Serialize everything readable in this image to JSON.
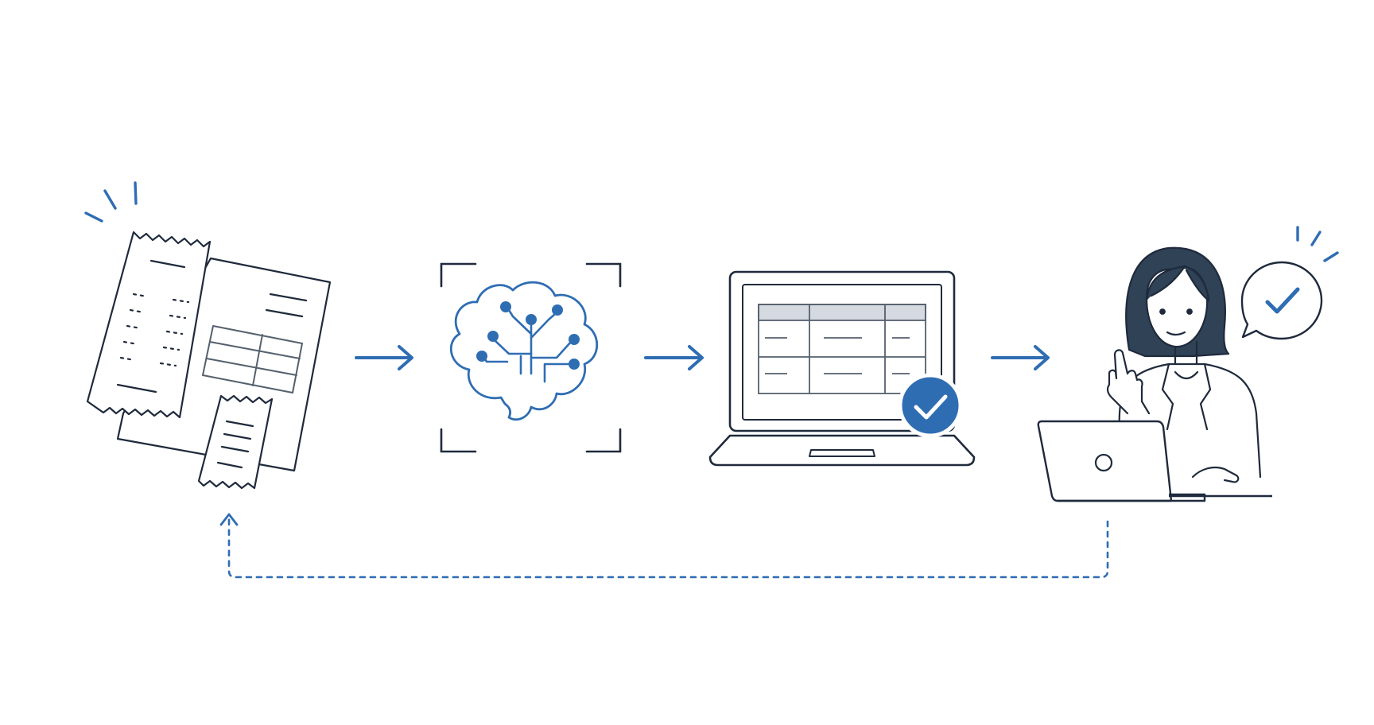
{
  "colors": {
    "background": "#ffffff",
    "ink": "#1f2a3c",
    "accent": "#2f6db3",
    "table_header": "#d5d9e0",
    "skin": "#ffffff",
    "hair": "#2f4256"
  },
  "nodes": [
    {
      "id": "documents",
      "icon": "receipts-invoice-icon"
    },
    {
      "id": "ai-processing",
      "icon": "ai-brain-scan-icon"
    },
    {
      "id": "structured-data",
      "icon": "laptop-spreadsheet-check-icon"
    },
    {
      "id": "user-review",
      "icon": "person-laptop-approval-icon"
    }
  ],
  "flows": [
    {
      "from": "documents",
      "to": "ai-processing",
      "style": "solid"
    },
    {
      "from": "ai-processing",
      "to": "structured-data",
      "style": "solid"
    },
    {
      "from": "structured-data",
      "to": "user-review",
      "style": "solid"
    },
    {
      "from": "user-review",
      "to": "documents",
      "style": "dashed"
    }
  ]
}
